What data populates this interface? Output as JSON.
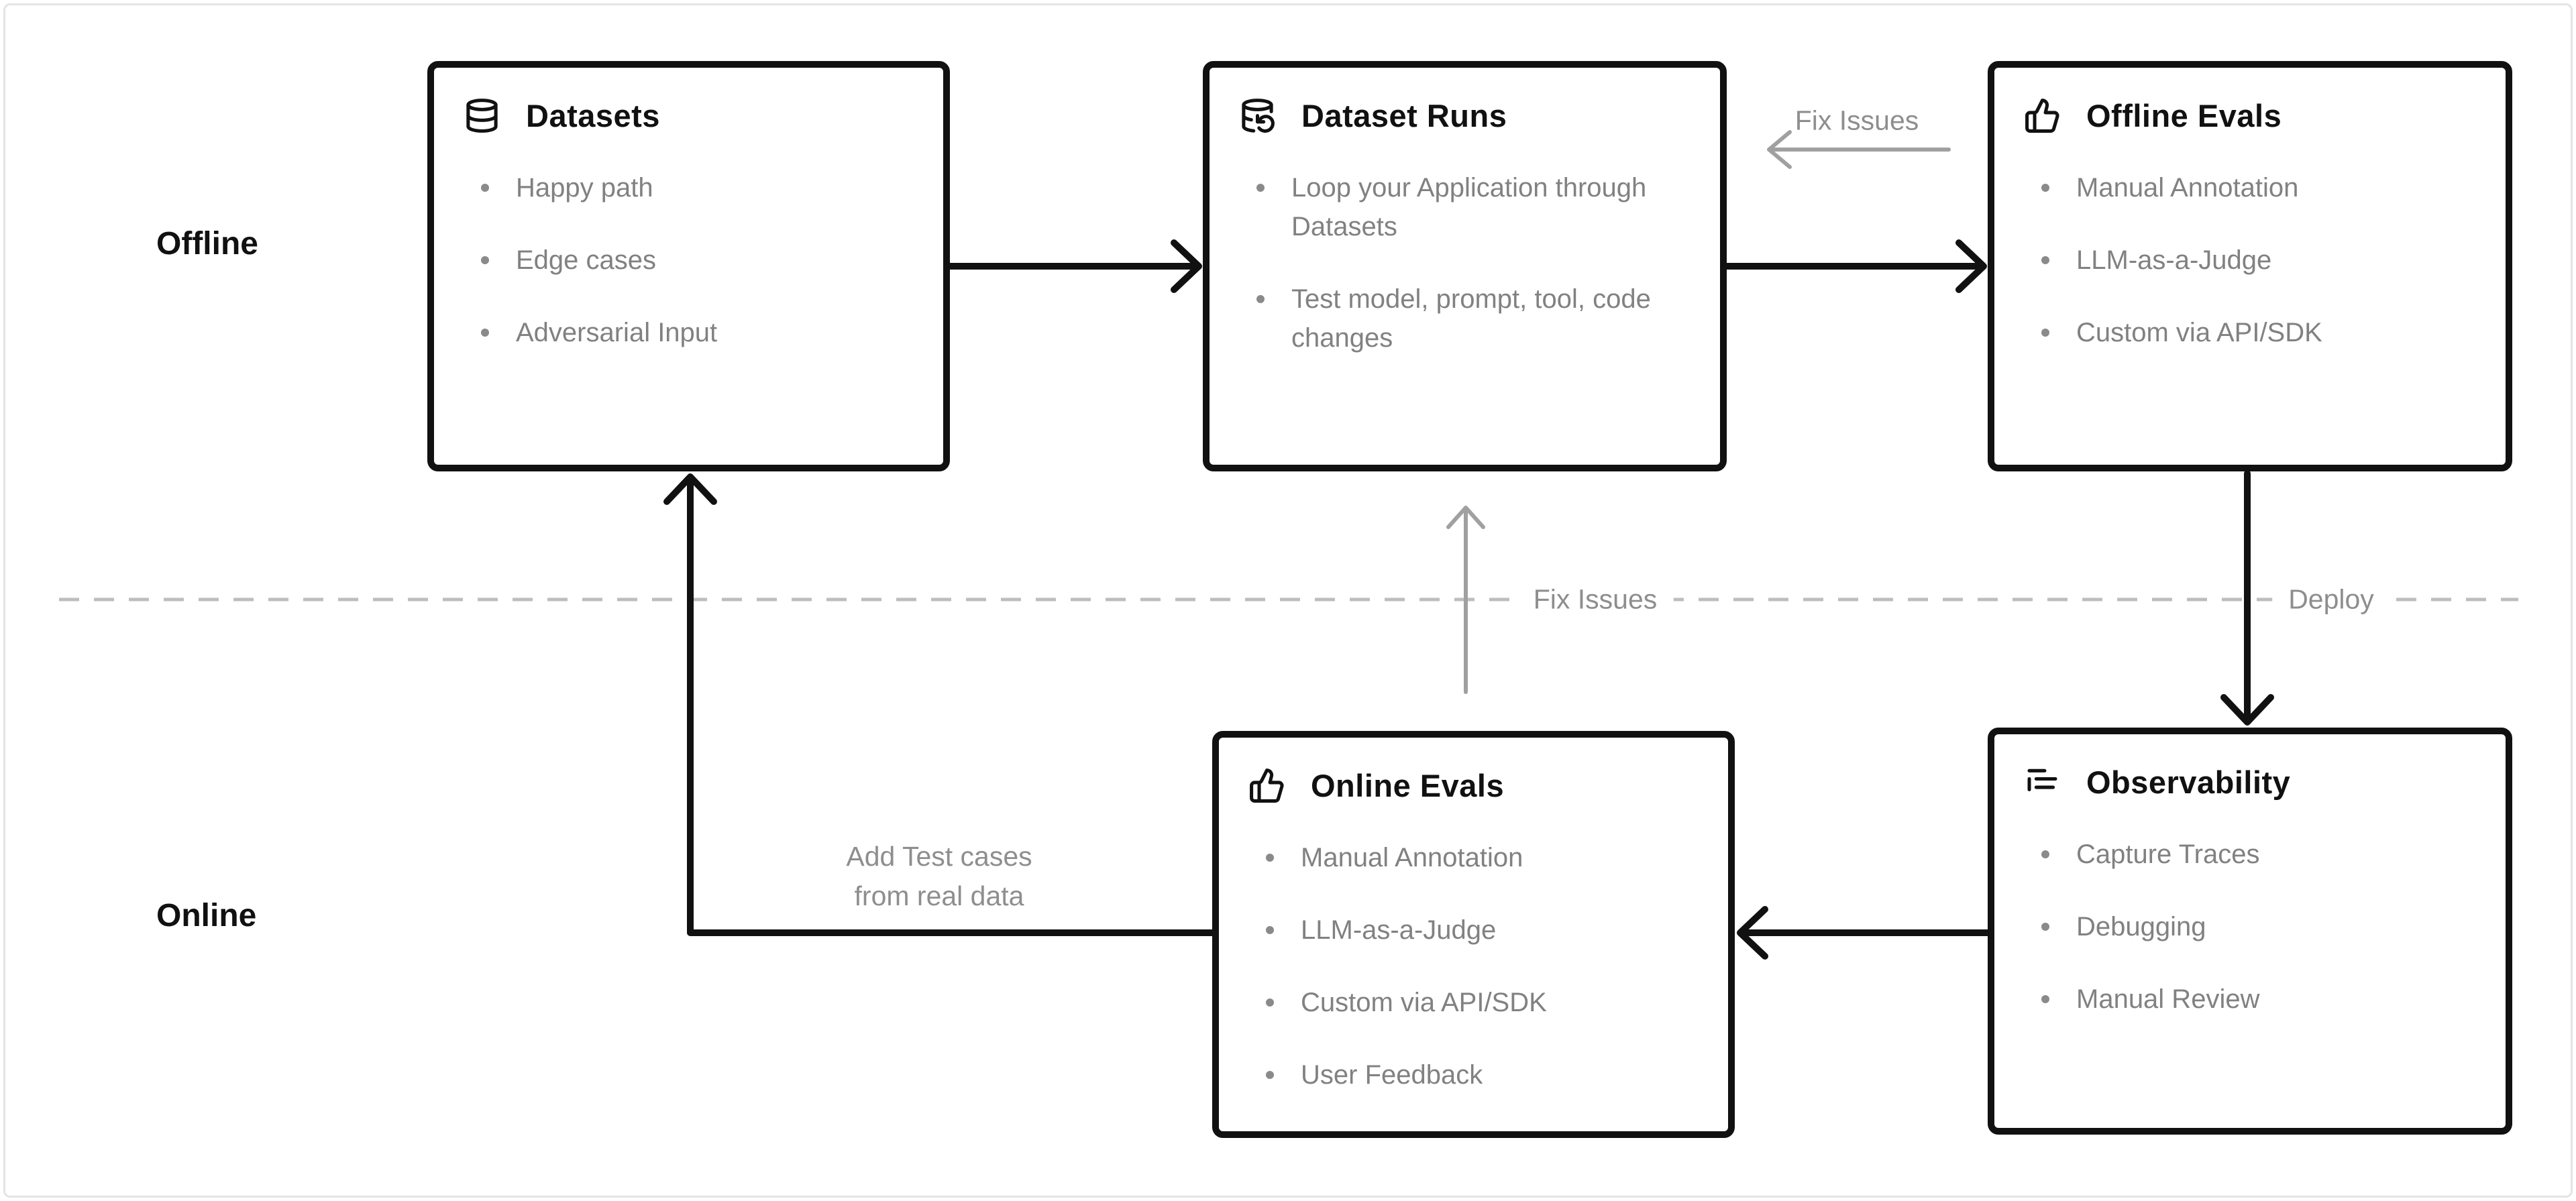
{
  "section_labels": {
    "offline": "Offline",
    "online": "Online"
  },
  "boxes": [
    {
      "title": "Datasets",
      "icon": "database-icon",
      "bullets": [
        "Happy path",
        "Edge cases",
        "Adversarial Input"
      ]
    },
    {
      "title": "Dataset Runs",
      "icon": "database-loop-icon",
      "bullets": [
        "Loop your Application through Datasets",
        "Test model, prompt, tool, code changes"
      ]
    },
    {
      "title": "Offline Evals",
      "icon": "thumbs-up-icon",
      "bullets": [
        "Manual Annotation",
        "LLM-as-a-Judge",
        "Custom via API/SDK"
      ]
    },
    {
      "title": "Online Evals",
      "icon": "thumbs-up-icon",
      "bullets": [
        "Manual Annotation",
        "LLM-as-a-Judge",
        "Custom via API/SDK",
        "User Feedback"
      ]
    },
    {
      "title": "Observability",
      "icon": "logs-icon",
      "bullets": [
        "Capture Traces",
        "Debugging",
        "Manual Review"
      ]
    }
  ],
  "edge_labels": {
    "fix_issues_top": "Fix Issues",
    "fix_issues_middle": "Fix Issues",
    "deploy": "Deploy",
    "add_test_cases_line1": "Add Test cases",
    "add_test_cases_line2": "from real data"
  },
  "colors": {
    "box_border": "#111111",
    "title_text": "#111111",
    "bullet_text": "#818181",
    "muted_label": "#8e8e8e",
    "black_arrow": "#111111",
    "gray_arrow": "#a0a0a0",
    "dashed_line": "#bdbdbd",
    "background": "#ffffff",
    "canvas_border": "#e4e4e4"
  }
}
